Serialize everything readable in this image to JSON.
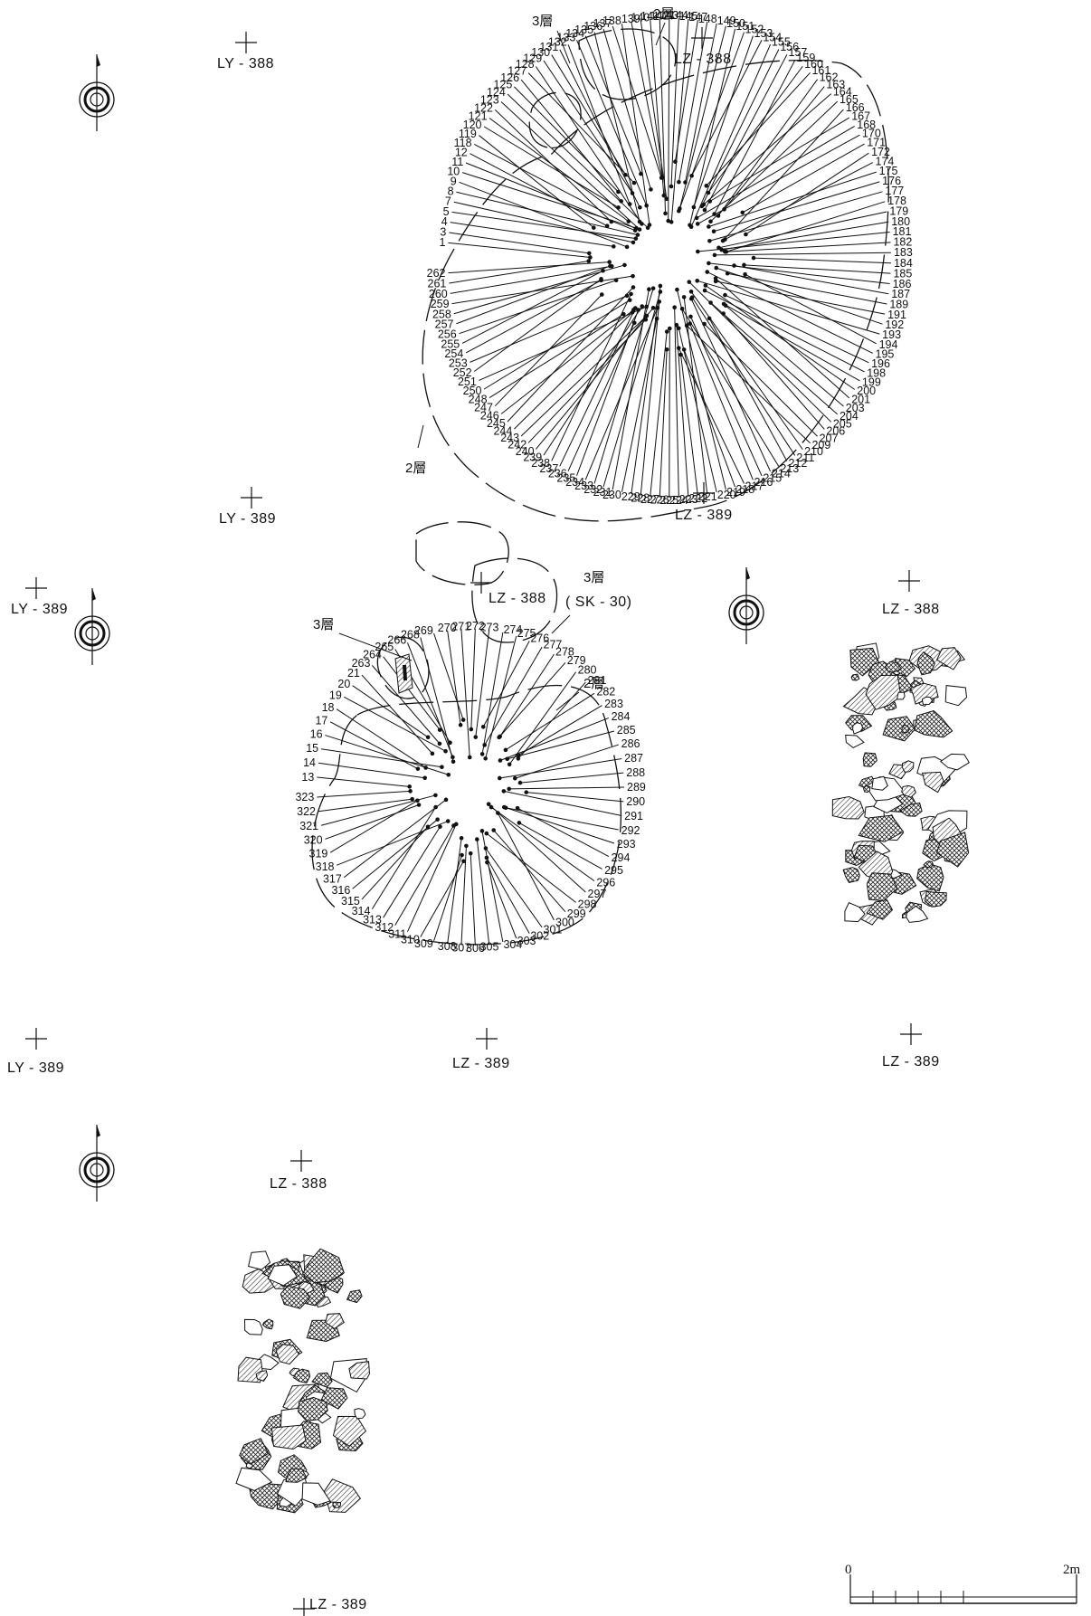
{
  "grid_markers": [
    {
      "id": "gm1",
      "label": "LY - 388"
    },
    {
      "id": "gm2",
      "label": "LZ - 388"
    },
    {
      "id": "gm3",
      "label": "LY - 389"
    },
    {
      "id": "gm4",
      "label": "LZ - 389"
    },
    {
      "id": "gm5",
      "label": "LY - 389"
    },
    {
      "id": "gm6",
      "label": "LZ - 388"
    },
    {
      "id": "gm7",
      "label": "LZ - 388"
    },
    {
      "id": "gm8",
      "label": "LY - 389"
    },
    {
      "id": "gm9",
      "label": "LZ - 389"
    },
    {
      "id": "gm10",
      "label": "LZ - 389"
    },
    {
      "id": "gm11",
      "label": "LZ - 388"
    },
    {
      "id": "gm12",
      "label": "LZ - 389"
    }
  ],
  "layer_labels": [
    {
      "id": "l1",
      "text": "3層"
    },
    {
      "id": "l2",
      "text": "2層"
    },
    {
      "id": "l3",
      "text": "2層"
    },
    {
      "id": "l4",
      "text": "3層"
    },
    {
      "id": "l5",
      "text": "3層"
    },
    {
      "id": "l6",
      "text": "2層"
    }
  ],
  "feature_label": "( SK - 30)",
  "scale_bar": {
    "start": "0",
    "end": "2m"
  },
  "upper_artifacts": [
    "1",
    "3",
    "4",
    "5",
    "7",
    "8",
    "9",
    "10",
    "11",
    "12",
    "118",
    "119",
    "120",
    "121",
    "122",
    "123",
    "124",
    "125",
    "126",
    "127",
    "128",
    "129",
    "130",
    "131",
    "132",
    "133",
    "134",
    "135",
    "136",
    "137",
    "138",
    "139",
    "140",
    "141",
    "142",
    "143",
    "144",
    "145",
    "147",
    "148",
    "149",
    "150",
    "151",
    "152",
    "153",
    "154",
    "155",
    "156",
    "157",
    "159",
    "160",
    "161",
    "162",
    "163",
    "164",
    "165",
    "166",
    "167",
    "168",
    "170",
    "171",
    "172",
    "174",
    "175",
    "176",
    "177",
    "178",
    "179",
    "180",
    "181",
    "182",
    "183",
    "184",
    "185",
    "186",
    "187",
    "189",
    "191",
    "192",
    "193",
    "194",
    "195",
    "196",
    "198",
    "199",
    "200",
    "201",
    "203",
    "204",
    "205",
    "206",
    "207",
    "209",
    "210",
    "211",
    "212",
    "213",
    "214",
    "215",
    "216",
    "217",
    "218",
    "219",
    "220",
    "221",
    "222",
    "223",
    "224",
    "225",
    "226",
    "227",
    "228",
    "229",
    "230",
    "231",
    "232",
    "233",
    "234",
    "235",
    "236",
    "237",
    "238",
    "239",
    "240",
    "242",
    "243",
    "244",
    "245",
    "246",
    "247",
    "248",
    "250",
    "251",
    "252",
    "253",
    "254",
    "255",
    "256",
    "257",
    "258",
    "259",
    "260",
    "261",
    "262"
  ],
  "lower_artifacts": [
    "13",
    "14",
    "15",
    "16",
    "17",
    "18",
    "19",
    "20",
    "21",
    "263",
    "264",
    "265",
    "266",
    "268",
    "269",
    "270",
    "271",
    "272",
    "273",
    "274",
    "275",
    "276",
    "277",
    "278",
    "279",
    "280",
    "281",
    "282",
    "283",
    "284",
    "285",
    "286",
    "287",
    "288",
    "289",
    "290",
    "291",
    "292",
    "293",
    "294",
    "295",
    "296",
    "297",
    "298",
    "299",
    "300",
    "301",
    "302",
    "303",
    "304",
    "305",
    "306",
    "307",
    "308",
    "309",
    "310",
    "311",
    "312",
    "313",
    "314",
    "315",
    "316",
    "317",
    "318",
    "319",
    "320",
    "321",
    "322",
    "323"
  ]
}
